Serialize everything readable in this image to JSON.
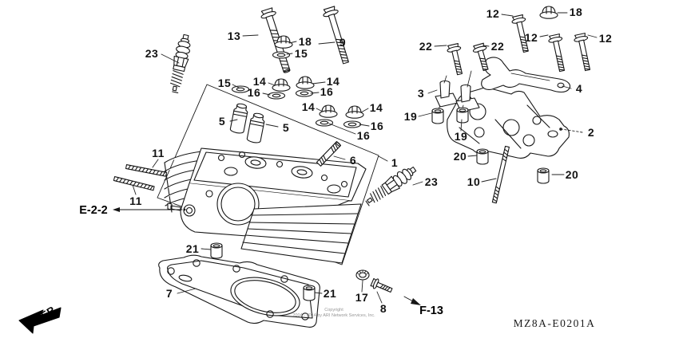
{
  "diagram": {
    "code": "MZ8A-E0201A",
    "front_marker": "FR.",
    "copyright": {
      "line1": "Copyright",
      "line2": "2004 - 2014 by ARI Network Services, Inc."
    },
    "references": {
      "e22": "E-2-2",
      "f13": "F-13"
    },
    "callouts": [
      {
        "label": "23"
      },
      {
        "label": "13"
      },
      {
        "label": "18"
      },
      {
        "label": "15"
      },
      {
        "label": "9"
      },
      {
        "label": "15"
      },
      {
        "label": "14"
      },
      {
        "label": "16"
      },
      {
        "label": "14"
      },
      {
        "label": "16"
      },
      {
        "label": "14"
      },
      {
        "label": "14"
      },
      {
        "label": "16"
      },
      {
        "label": "16"
      },
      {
        "label": "5"
      },
      {
        "label": "5"
      },
      {
        "label": "6"
      },
      {
        "label": "1"
      },
      {
        "label": "11"
      },
      {
        "label": "11"
      },
      {
        "label": "21"
      },
      {
        "label": "7"
      },
      {
        "label": "17"
      },
      {
        "label": "8"
      },
      {
        "label": "21"
      },
      {
        "label": "12"
      },
      {
        "label": "18"
      },
      {
        "label": "12"
      },
      {
        "label": "12"
      },
      {
        "label": "22"
      },
      {
        "label": "22"
      },
      {
        "label": "3"
      },
      {
        "label": "4"
      },
      {
        "label": "2"
      },
      {
        "label": "19"
      },
      {
        "label": "19"
      },
      {
        "label": "20"
      },
      {
        "label": "20"
      },
      {
        "label": "10"
      },
      {
        "label": "23"
      }
    ]
  }
}
